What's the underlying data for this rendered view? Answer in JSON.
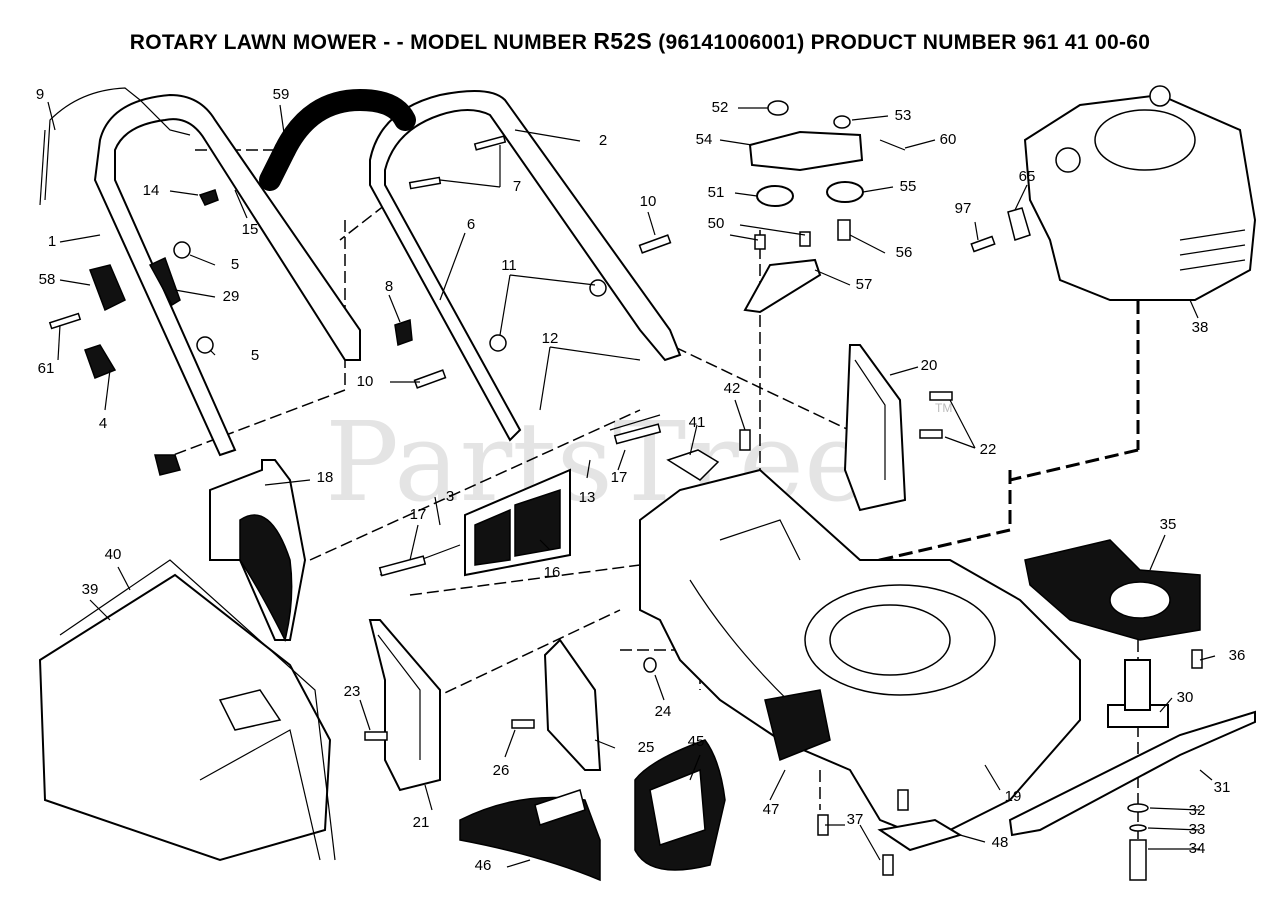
{
  "header": {
    "title_prefix": "ROTARY LAWN MOWER - - MODEL NUMBER",
    "model": "R52S",
    "title_suffix": "(96141006001) PRODUCT NUMBER 961 41 00-60"
  },
  "watermark": "PartsTree",
  "trademark": "TM",
  "callouts": {
    "c1": "1",
    "c2": "2",
    "c3": "3",
    "c4": "4",
    "c5a": "5",
    "c5b": "5",
    "c6": "6",
    "c7": "7",
    "c8": "8",
    "c9": "9",
    "c10a": "10",
    "c10b": "10",
    "c11": "11",
    "c12": "12",
    "c13": "13",
    "c14": "14",
    "c15": "15",
    "c16": "16",
    "c17a": "17",
    "c17b": "17",
    "c18": "18",
    "c19": "19",
    "c20": "20",
    "c21": "21",
    "c22": "22",
    "c23": "23",
    "c24": "24",
    "c25": "25",
    "c26": "26",
    "c29": "29",
    "c30": "30",
    "c31": "31",
    "c32": "32",
    "c33": "33",
    "c34": "34",
    "c35": "35",
    "c36": "36",
    "c37": "37",
    "c38": "38",
    "c39": "39",
    "c40": "40",
    "c41": "41",
    "c42": "42",
    "c45": "45",
    "c46": "46",
    "c47": "47",
    "c48": "48",
    "c50": "50",
    "c51": "51",
    "c52": "52",
    "c53": "53",
    "c54": "54",
    "c55": "55",
    "c56": "56",
    "c57": "57",
    "c58": "58",
    "c59": "59",
    "c60": "60",
    "c61": "61",
    "c65": "65",
    "c97": "97"
  }
}
